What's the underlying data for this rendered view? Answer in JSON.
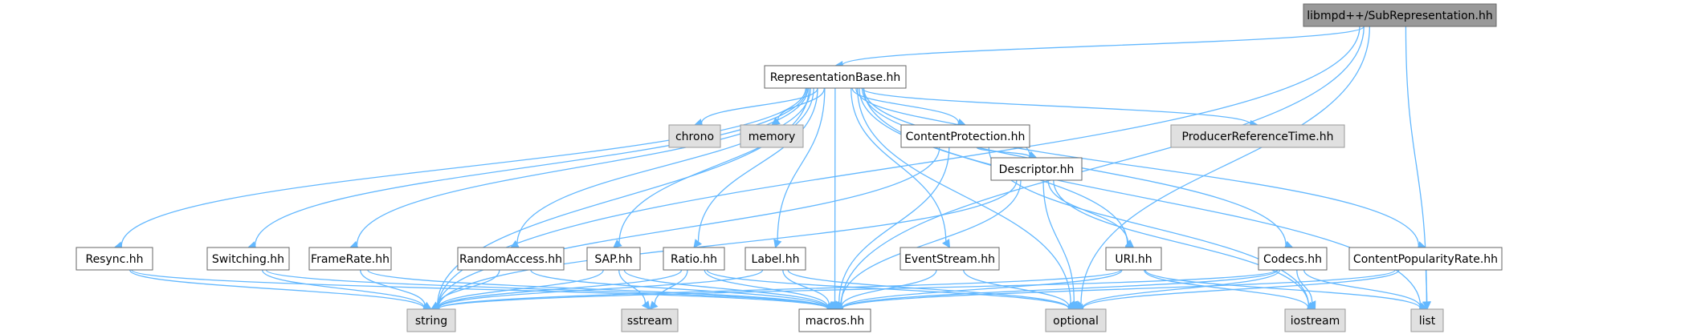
{
  "diagram": {
    "nodes": [
      {
        "id": "root",
        "label": "libmpd++/SubRepresentation.hh",
        "kind": "root"
      },
      {
        "id": "rb",
        "label": "RepresentationBase.hh",
        "kind": "int"
      },
      {
        "id": "chrono",
        "label": "chrono",
        "kind": "ext"
      },
      {
        "id": "memory",
        "label": "memory",
        "kind": "ext"
      },
      {
        "id": "cp",
        "label": "ContentProtection.hh",
        "kind": "int"
      },
      {
        "id": "prt",
        "label": "ProducerReferenceTime.hh",
        "kind": "ext"
      },
      {
        "id": "desc",
        "label": "Descriptor.hh",
        "kind": "int"
      },
      {
        "id": "resync",
        "label": "Resync.hh",
        "kind": "int"
      },
      {
        "id": "switch",
        "label": "Switching.hh",
        "kind": "int"
      },
      {
        "id": "fr",
        "label": "FrameRate.hh",
        "kind": "int"
      },
      {
        "id": "ra",
        "label": "RandomAccess.hh",
        "kind": "int"
      },
      {
        "id": "sap",
        "label": "SAP.hh",
        "kind": "int"
      },
      {
        "id": "ratio",
        "label": "Ratio.hh",
        "kind": "int"
      },
      {
        "id": "label",
        "label": "Label.hh",
        "kind": "int"
      },
      {
        "id": "es",
        "label": "EventStream.hh",
        "kind": "int"
      },
      {
        "id": "uri",
        "label": "URI.hh",
        "kind": "int"
      },
      {
        "id": "codecs",
        "label": "Codecs.hh",
        "kind": "int"
      },
      {
        "id": "cpr",
        "label": "ContentPopularityRate.hh",
        "kind": "int"
      },
      {
        "id": "string",
        "label": "string",
        "kind": "ext"
      },
      {
        "id": "sstream",
        "label": "sstream",
        "kind": "ext"
      },
      {
        "id": "macros",
        "label": "macros.hh",
        "kind": "int"
      },
      {
        "id": "optional",
        "label": "optional",
        "kind": "ext"
      },
      {
        "id": "iostream",
        "label": "iostream",
        "kind": "ext"
      },
      {
        "id": "list",
        "label": "list",
        "kind": "ext"
      }
    ],
    "edges": [
      [
        "root",
        "rb"
      ],
      [
        "root",
        "string"
      ],
      [
        "root",
        "macros"
      ],
      [
        "root",
        "optional"
      ],
      [
        "root",
        "list"
      ],
      [
        "rb",
        "chrono"
      ],
      [
        "rb",
        "memory"
      ],
      [
        "rb",
        "cp"
      ],
      [
        "rb",
        "prt"
      ],
      [
        "rb",
        "desc"
      ],
      [
        "rb",
        "resync"
      ],
      [
        "rb",
        "switch"
      ],
      [
        "rb",
        "fr"
      ],
      [
        "rb",
        "ra"
      ],
      [
        "rb",
        "sap"
      ],
      [
        "rb",
        "ratio"
      ],
      [
        "rb",
        "label"
      ],
      [
        "rb",
        "es"
      ],
      [
        "rb",
        "uri"
      ],
      [
        "rb",
        "codecs"
      ],
      [
        "rb",
        "cpr"
      ],
      [
        "rb",
        "string"
      ],
      [
        "rb",
        "macros"
      ],
      [
        "rb",
        "optional"
      ],
      [
        "rb",
        "list"
      ],
      [
        "cp",
        "desc"
      ],
      [
        "cp",
        "string"
      ],
      [
        "cp",
        "macros"
      ],
      [
        "cp",
        "iostream"
      ],
      [
        "desc",
        "uri"
      ],
      [
        "desc",
        "string"
      ],
      [
        "desc",
        "macros"
      ],
      [
        "desc",
        "optional"
      ],
      [
        "desc",
        "iostream"
      ],
      [
        "resync",
        "string"
      ],
      [
        "resync",
        "macros"
      ],
      [
        "switch",
        "string"
      ],
      [
        "switch",
        "macros"
      ],
      [
        "fr",
        "string"
      ],
      [
        "fr",
        "macros"
      ],
      [
        "ra",
        "string"
      ],
      [
        "ra",
        "macros"
      ],
      [
        "sap",
        "string"
      ],
      [
        "sap",
        "sstream"
      ],
      [
        "sap",
        "macros"
      ],
      [
        "ratio",
        "string"
      ],
      [
        "ratio",
        "sstream"
      ],
      [
        "ratio",
        "macros"
      ],
      [
        "ratio",
        "optional"
      ],
      [
        "label",
        "string"
      ],
      [
        "label",
        "macros"
      ],
      [
        "label",
        "optional"
      ],
      [
        "es",
        "macros"
      ],
      [
        "es",
        "optional"
      ],
      [
        "uri",
        "string"
      ],
      [
        "uri",
        "macros"
      ],
      [
        "uri",
        "iostream"
      ],
      [
        "uri",
        "list"
      ],
      [
        "codecs",
        "string"
      ],
      [
        "codecs",
        "macros"
      ],
      [
        "codecs",
        "optional"
      ],
      [
        "codecs",
        "iostream"
      ],
      [
        "codecs",
        "list"
      ],
      [
        "cpr",
        "optional"
      ],
      [
        "cpr",
        "list"
      ],
      [
        "cpr",
        "macros"
      ]
    ]
  }
}
